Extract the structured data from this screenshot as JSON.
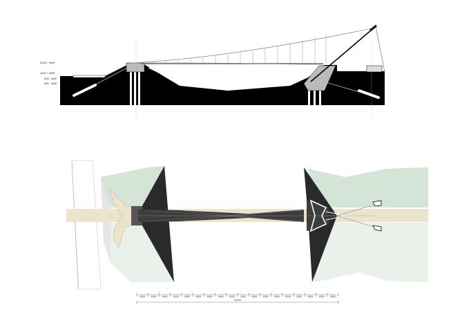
{
  "elevation": {
    "levels": [
      "4100 + NAP",
      "1100 + NAP",
      "300 - NAP",
      "400 - NAP"
    ]
  },
  "plan": {
    "dimensions": {
      "segments": [
        "3000",
        "3000",
        "3000",
        "3000",
        "3000",
        "3000",
        "3000",
        "3000",
        "3000",
        "3000",
        "3000",
        "3000",
        "3000",
        "3000",
        "3000",
        "3000",
        "3000",
        "3000"
      ],
      "total": "54000"
    }
  },
  "colors": {
    "ground": "#000000",
    "water": "#ffffff",
    "sail_fill": "#2a2a2a",
    "green_land": "#d4e4d6",
    "green_land_light": "#e9f1ea",
    "sand_path": "#ece3cc",
    "deck_grey": "#3d3d3d"
  }
}
